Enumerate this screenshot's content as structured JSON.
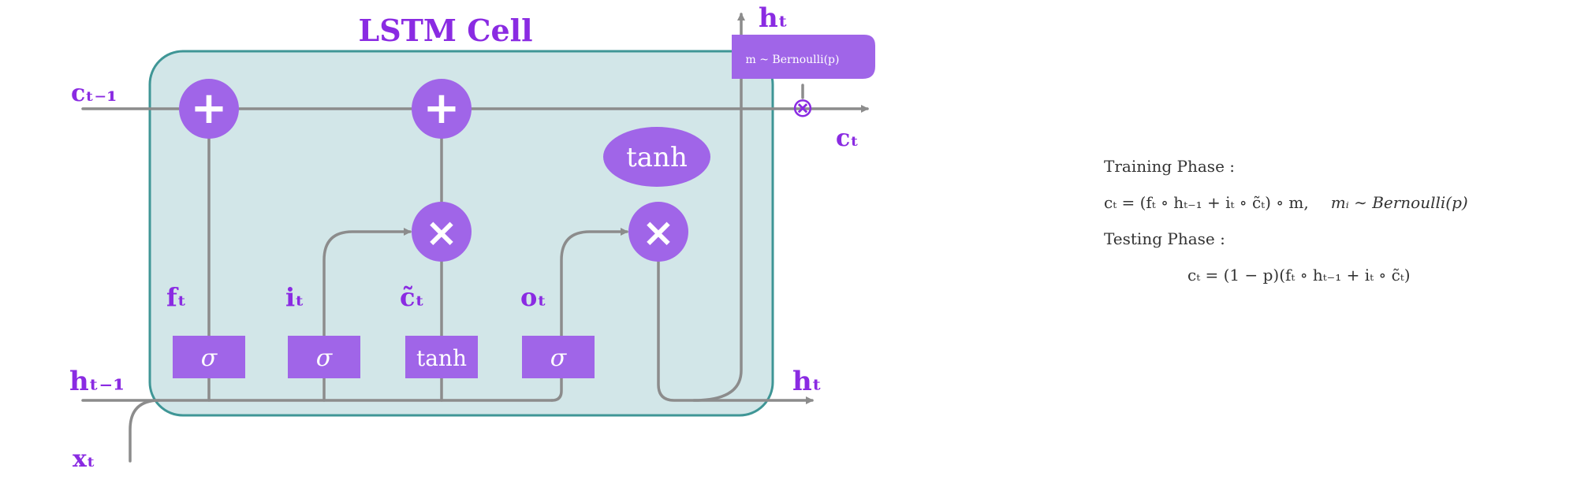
{
  "diagram": {
    "title": "LSTM Cell",
    "labels": {
      "c_prev": "cₜ₋₁",
      "c_out": "cₜ",
      "h_prev": "hₜ₋₁",
      "h_out_right": "hₜ",
      "h_out_top": "hₜ",
      "x_in": "xₜ",
      "f": "fₜ",
      "i": "iₜ",
      "c_tilde": "c̃ₜ",
      "o": "oₜ"
    },
    "gates": {
      "sigma": "σ",
      "tanh": "tanh"
    },
    "ops": {
      "plus": "+",
      "times": "×",
      "mask": "⊗"
    },
    "tanh_activation": "tanh",
    "dropout_tag": "m ~ Bernoulli(p)",
    "colors": {
      "purple": "#8a2be2",
      "node": "#a065e8",
      "cell_fill": "#d2e6e8",
      "cell_border": "#3f9696",
      "line": "#8c8c8c"
    }
  },
  "equations": {
    "training_label": "Training Phase :",
    "training_eq": "cₜ = (fₜ ∘ hₜ₋₁ + iₜ ∘ c̃ₜ) ∘ m,",
    "training_cond": "mᵢ ∼ Bernoulli(p)",
    "testing_label": "Testing Phase :",
    "testing_eq": "cₜ = (1 − p)(fₜ ∘ hₜ₋₁ + iₜ ∘ c̃ₜ)"
  }
}
